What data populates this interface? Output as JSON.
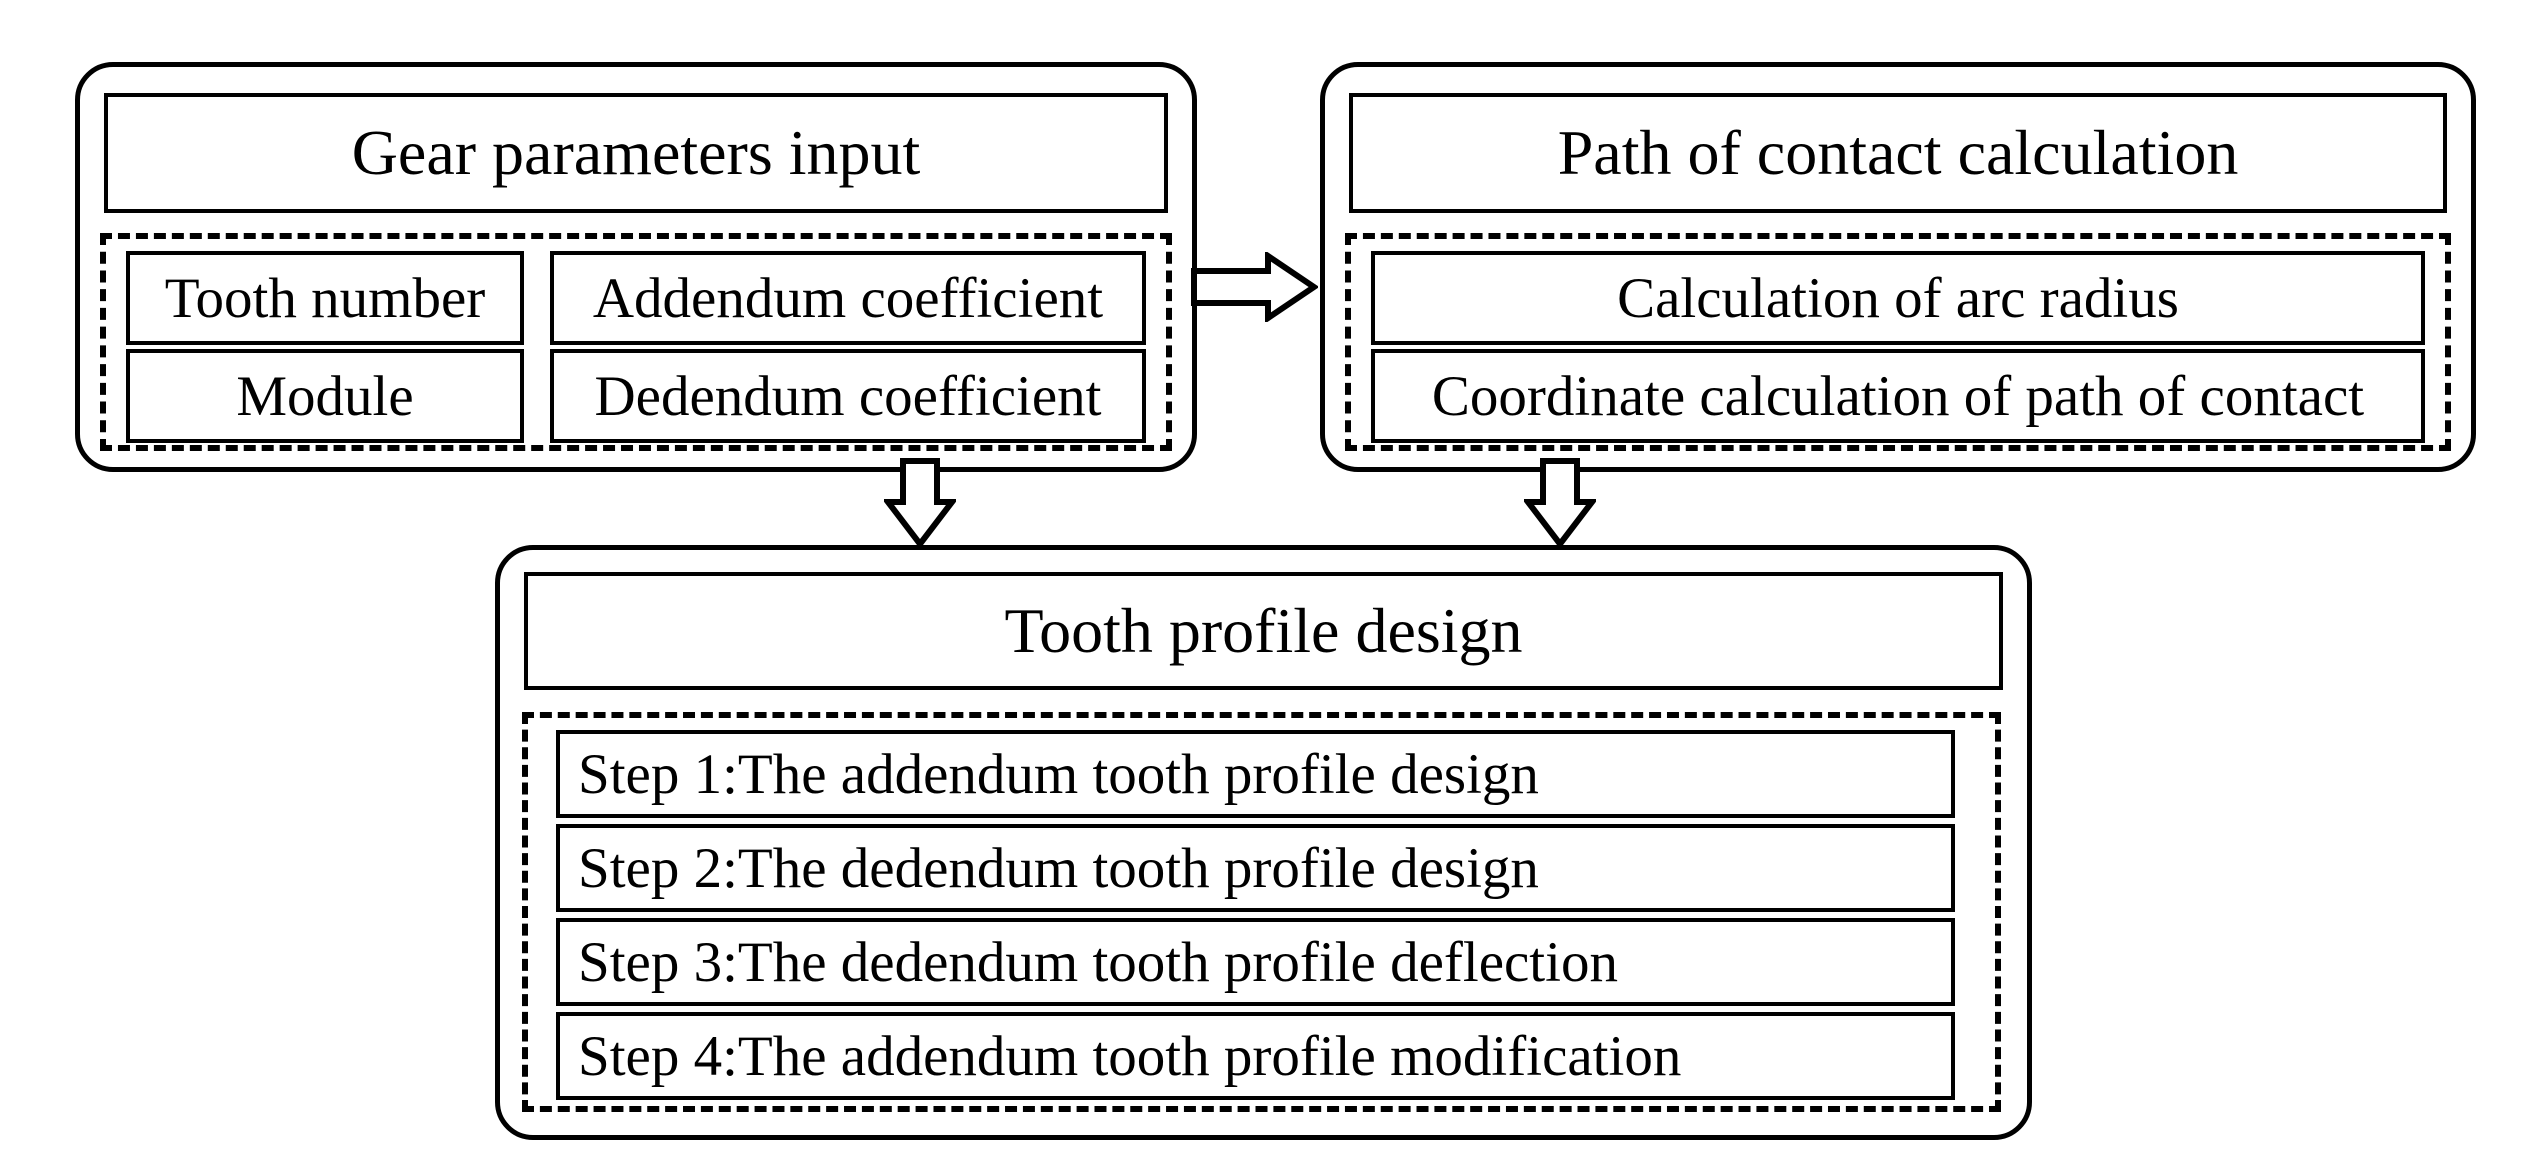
{
  "page": {
    "background_color": "#ffffff",
    "line_color": "#000000"
  },
  "boxes": {
    "gear_input": {
      "title": "Gear parameters input",
      "items": [
        "Tooth number",
        "Addendum coefficient",
        "Module",
        "Dedendum coefficient"
      ]
    },
    "path_contact": {
      "title": "Path of contact calculation",
      "items": [
        "Calculation of arc radius",
        "Coordinate calculation of path of contact"
      ]
    },
    "tooth_profile": {
      "title": "Tooth profile design",
      "steps": [
        "Step 1:The addendum tooth profile design",
        "Step 2:The dedendum tooth profile design",
        "Step 3:The dedendum tooth profile deflection",
        "Step 4:The addendum tooth profile modification"
      ]
    }
  },
  "icons": {
    "right_arrow": "arrow-right-icon",
    "down_arrow": "arrow-down-icon"
  }
}
